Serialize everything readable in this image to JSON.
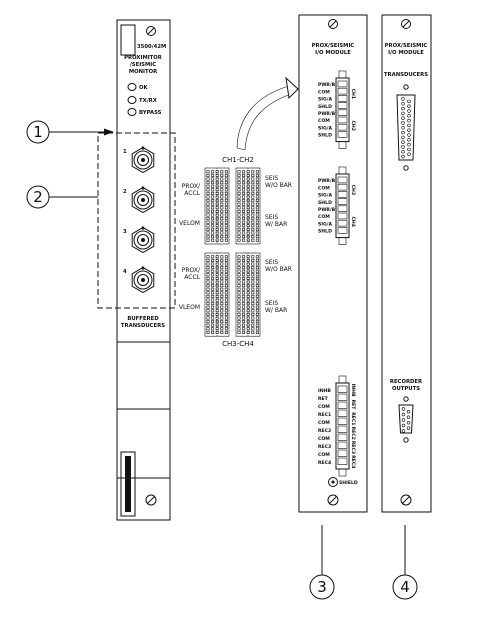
{
  "monitor": {
    "model": "3500/42M",
    "name_line1": "PROXIMITOR",
    "name_line2": "/SEISMIC",
    "name_line3": "MONITOR",
    "leds": [
      "OK",
      "TX/RX",
      "BYPASS"
    ],
    "channels": [
      "1",
      "2",
      "3",
      "4"
    ],
    "buffered_line1": "BUFFERED",
    "buffered_line2": "TRANSDUCERS"
  },
  "callouts": [
    "1",
    "2",
    "3",
    "4"
  ],
  "jumpers": {
    "top_title": "CH1-CH2",
    "bottom_title": "CH3-CH4",
    "top_left_labels": [
      "PROX/",
      "ACCL",
      "VELOM"
    ],
    "top_right_labels": [
      "SEIS",
      "W/O BAR",
      "SEIS",
      "W/ BAR"
    ],
    "bottom_left_labels": [
      "PROX/",
      "ACCL",
      "VLEOM"
    ],
    "bottom_right_labels": [
      "SEIS",
      "W/O BAR",
      "SEIS",
      "W/ BAR"
    ]
  },
  "io_module": {
    "title_line1": "PROX/SEISMIC",
    "title_line2": "I/O MODULE",
    "block1_labels": [
      "PWR/B",
      "COM",
      "SIG/A",
      "SHLD",
      "PWR/B",
      "COM",
      "SIG/A",
      "SHLD"
    ],
    "block1_side": [
      "CH1",
      "CH2"
    ],
    "block2_labels": [
      "PWR/B",
      "COM",
      "SIG/A",
      "SHLD",
      "PWR/B",
      "COM",
      "SIG/A",
      "SHLD"
    ],
    "block2_side": [
      "CH3",
      "CH4"
    ],
    "block3_labels": [
      "INHB",
      "RET",
      "COM",
      "REC1",
      "COM",
      "REC2",
      "COM",
      "REC3",
      "COM",
      "REC4"
    ],
    "block3_side": [
      "INHB",
      "RET",
      "REC1",
      "REC2",
      "REC3",
      "REC4"
    ],
    "shield_label": "SHIELD"
  },
  "io_module_alt": {
    "title_line1": "PROX/SEISMIC",
    "title_line2": "I/O MODULE",
    "transducers_label": "TRANSDUCERS",
    "recorder_line1": "RECORDER",
    "recorder_line2": "OUTPUTS"
  }
}
